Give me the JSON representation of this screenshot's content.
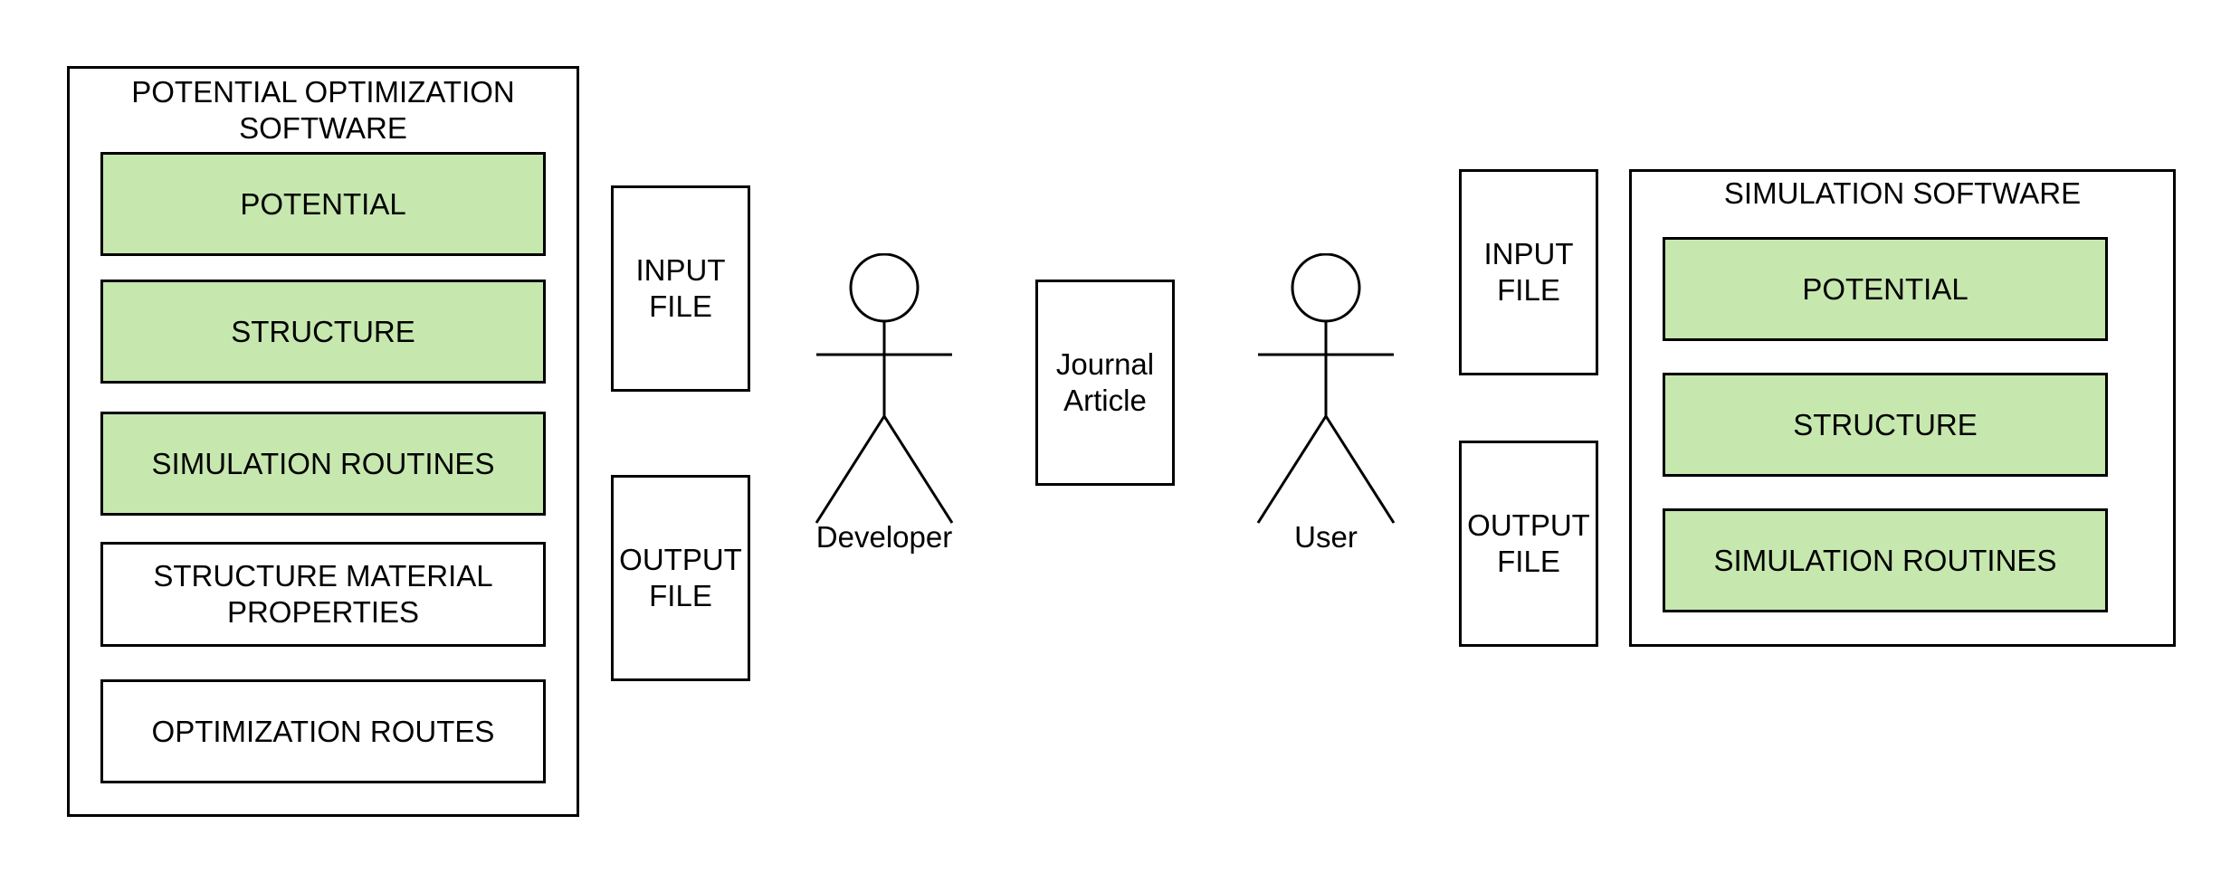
{
  "colors": {
    "component_fill": "#c6e7ae",
    "stroke": "#000000",
    "background": "#ffffff"
  },
  "optimization_software": {
    "title": "POTENTIAL OPTIMIZATION\nSOFTWARE",
    "items": [
      {
        "label": "POTENTIAL",
        "highlighted": true
      },
      {
        "label": "STRUCTURE",
        "highlighted": true
      },
      {
        "label": "SIMULATION ROUTINES",
        "highlighted": true
      },
      {
        "label": "STRUCTURE MATERIAL\nPROPERTIES",
        "highlighted": false
      },
      {
        "label": "OPTIMIZATION ROUTES",
        "highlighted": false
      }
    ]
  },
  "developer_files": {
    "input": "INPUT\nFILE",
    "output": "OUTPUT\nFILE"
  },
  "developer": {
    "label": "Developer",
    "icon": "stick-figure-icon"
  },
  "journal_article": {
    "label": "Journal\nArticle"
  },
  "user": {
    "label": "User",
    "icon": "stick-figure-icon"
  },
  "user_files": {
    "input": "INPUT\nFILE",
    "output": "OUTPUT\nFILE"
  },
  "simulation_software": {
    "title": "SIMULATION SOFTWARE",
    "items": [
      {
        "label": "POTENTIAL",
        "highlighted": true
      },
      {
        "label": "STRUCTURE",
        "highlighted": true
      },
      {
        "label": "SIMULATION ROUTINES",
        "highlighted": true
      }
    ]
  }
}
